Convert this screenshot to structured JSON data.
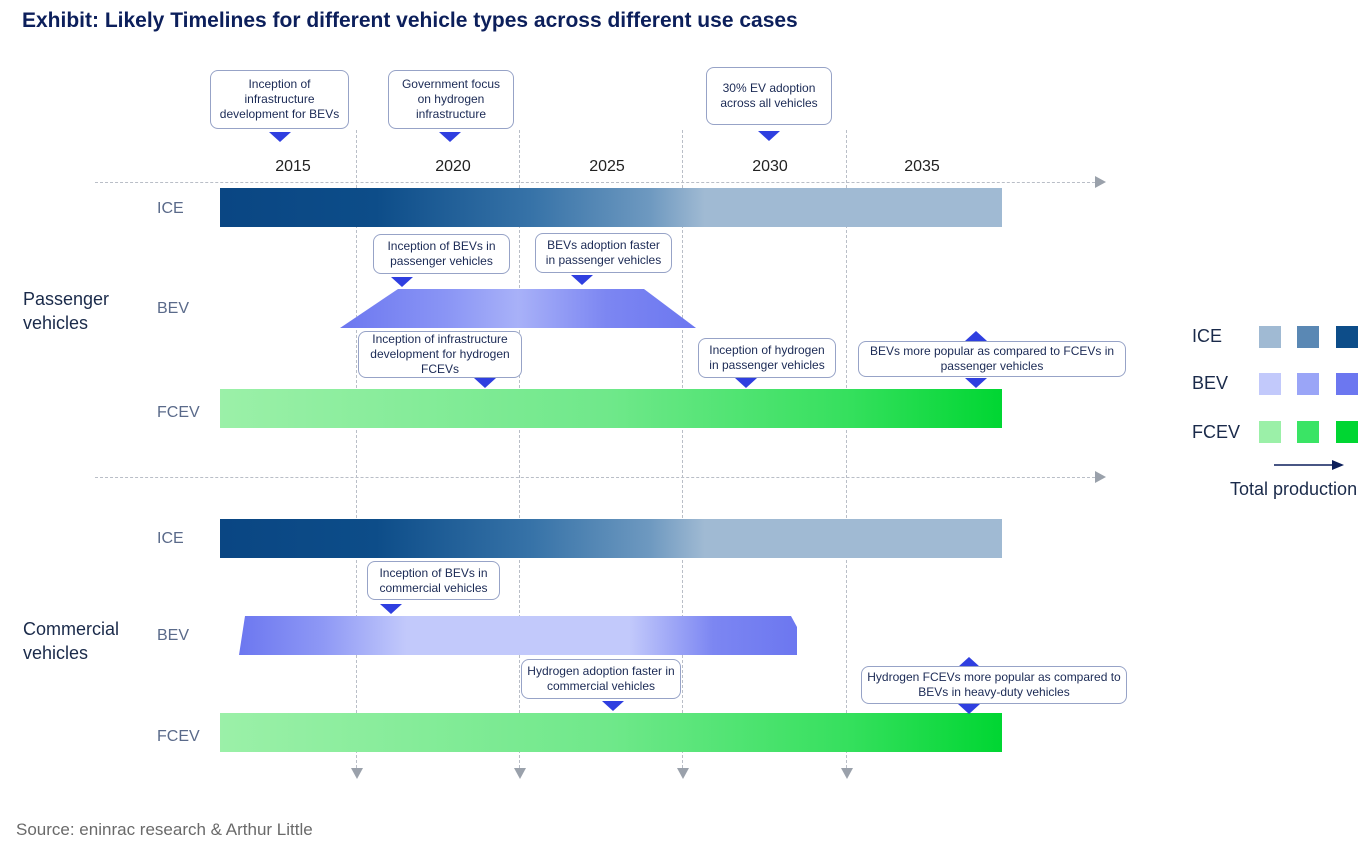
{
  "title": "Exhibit: Likely Timelines for different vehicle types across different use cases",
  "years": [
    "2015",
    "2020",
    "2025",
    "2030",
    "2035"
  ],
  "groups": {
    "passenger": "Passenger\nvehicles",
    "commercial": "Commercial\nvehicles"
  },
  "rows": {
    "ice": "ICE",
    "bev": "BEV",
    "fcev": "FCEV"
  },
  "callouts": {
    "top_bev_infra": "Inception of infrastructure development for BEVs",
    "top_gov_h2": "Government focus on hydrogen infrastructure",
    "top_30pct": "30% EV adoption across all vehicles",
    "pv_bev_inception": "Inception of BEVs in passenger vehicles",
    "pv_bev_faster": "BEVs adoption faster in passenger vehicles",
    "pv_h2_infra": "Inception of infrastructure development for hydrogen FCEVs",
    "pv_h2_inception": "Inception of hydrogen in passenger vehicles",
    "pv_bev_popular": "BEVs more popular as compared to FCEVs in passenger vehicles",
    "cv_bev_inception": "Inception of BEVs in commercial vehicles",
    "cv_h2_faster": "Hydrogen adoption faster in commercial vehicles",
    "cv_fcev_popular": "Hydrogen FCEVs more popular as compared to BEVs in heavy-duty vehicles"
  },
  "legend": {
    "ice": "ICE",
    "bev": "BEV",
    "fcev": "FCEV",
    "axis_label": "Total production",
    "ice_colors": [
      "#a0bad3",
      "#5a88b4",
      "#0d4d89"
    ],
    "bev_colors": [
      "#c2c9fb",
      "#9aa5f7",
      "#6c77f0"
    ],
    "fcev_colors": [
      "#9bf0a8",
      "#3ae465",
      "#00d632"
    ]
  },
  "source": "Source: eninrac research & Arthur Little"
}
